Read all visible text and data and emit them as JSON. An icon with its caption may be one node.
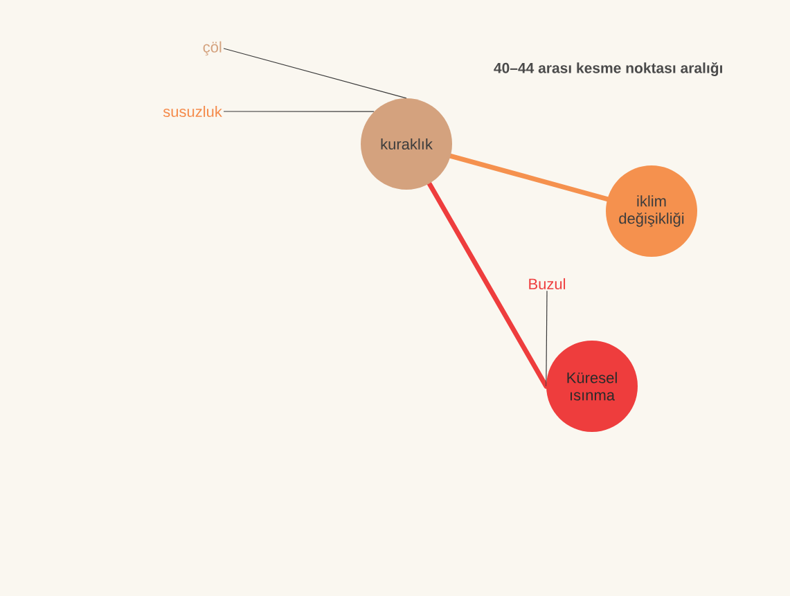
{
  "diagram": {
    "title": "40–44 arası kesme noktası aralığı",
    "nodes": [
      {
        "text": [
          "kuraklık"
        ]
      },
      {
        "text": [
          "iklim değişikliği"
        ]
      },
      {
        "text": [
          "Küresel ısınma"
        ]
      },
      {
        "text": [
          "çöl"
        ]
      },
      {
        "text": [
          "susuzluk"
        ]
      },
      {
        "text": [
          "Buzul"
        ]
      }
    ],
    "edges": [
      {
        "from": 0,
        "to": 1,
        "arrow": "none",
        "style": "thick",
        "color": "#f5914e"
      },
      {
        "from": 0,
        "to": 2,
        "arrow": "none",
        "style": "thick",
        "color": "#ee3d3d"
      },
      {
        "from": 3,
        "to": 0,
        "arrow": "none"
      },
      {
        "from": 4,
        "to": 0,
        "arrow": "none"
      },
      {
        "from": 5,
        "to": 2,
        "arrow": "none"
      }
    ]
  }
}
